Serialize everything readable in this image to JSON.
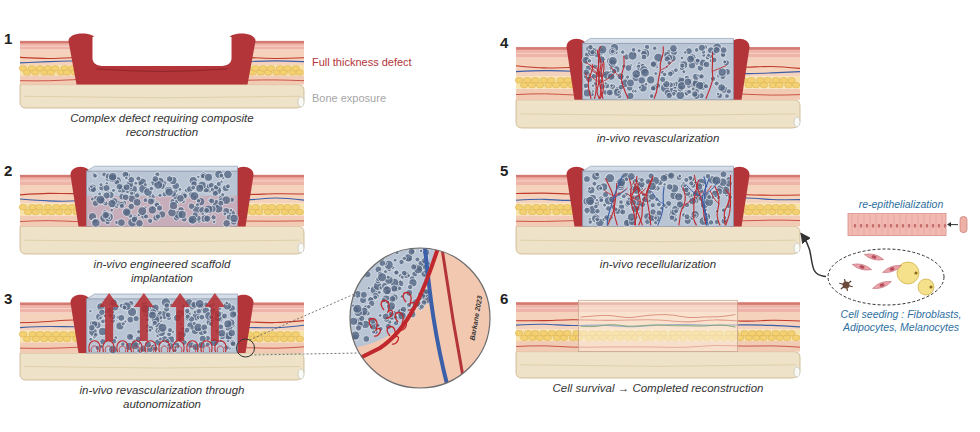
{
  "diagram": {
    "nodes": [
      {
        "text": [
          "1",
          "Complex defect requiring composite reconstruction"
        ]
      },
      {
        "text": [
          "2",
          "in-vivo engineered scaffold implantation"
        ]
      },
      {
        "text": [
          "3",
          "in-vivo revascularization through autonomization"
        ]
      },
      {
        "text": [
          "4",
          "in-vivo revascularization"
        ]
      },
      {
        "text": [
          "5",
          "in-vivo recellularization"
        ]
      },
      {
        "text": [
          "6",
          "Cell survival → Completed reconstruction"
        ]
      },
      {
        "text": [
          "re-epithelialization"
        ]
      },
      {
        "text": [
          "Cell seeding : Fibroblasts, Adipocytes, Melanocytes"
        ]
      }
    ],
    "edges": [
      {
        "from": 7,
        "to": 4,
        "arrow": "to"
      }
    ],
    "labels": [
      "Full thickness defect",
      "Bone exposure",
      "Barkane 2023"
    ]
  }
}
